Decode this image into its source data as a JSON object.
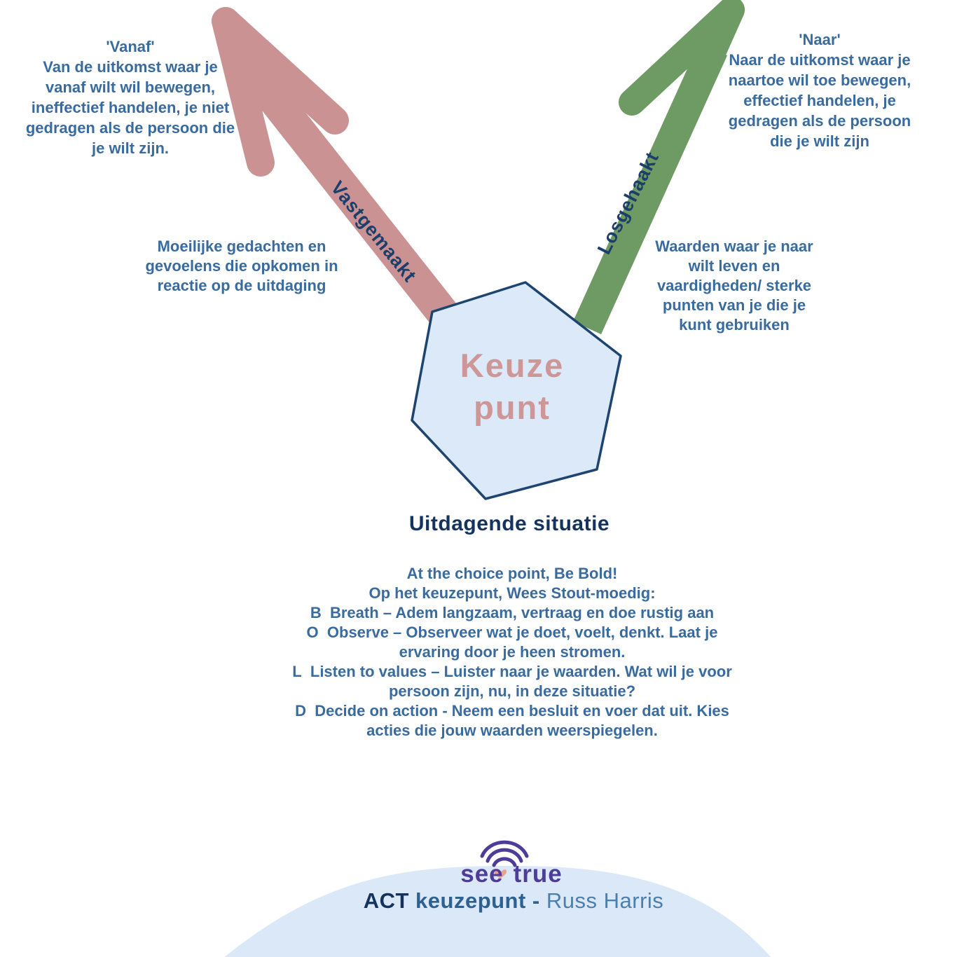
{
  "left_outcome": {
    "title": "'Vanaf'",
    "body": "Van de uitkomst waar je vanaf wilt wil bewegen, ineffectief handelen, je niet gedragen als de persoon die je wilt zijn."
  },
  "right_outcome": {
    "title": "'Naar'",
    "body": "Naar de uitkomst waar je naartoe wil toe bewegen, effectief handelen, je gedragen als de persoon die je wilt zijn"
  },
  "left_arrow_label": "Vastgemaakt",
  "right_arrow_label": "Losgehaakt",
  "left_note": "Moeilijke gedachten en gevoelens die opkomen in reactie op de uitdaging",
  "right_note": {
    "bold": "Waarden",
    "rest": " waar je naar wilt leven en vaardigheden/ sterke punten van je  die je kunt gebruiken"
  },
  "choice_point": {
    "line1": "Keuze",
    "line2": "punt"
  },
  "situation_label": "Uitdagende situatie",
  "bold_block": {
    "intro_prefix": "At the choice point, ",
    "intro_bold": "Be Bold!",
    "intro_line2": "Op het keuzepunt, Wees Stout-moedig:",
    "items": [
      {
        "letter": "B",
        "text": "Breath – Adem langzaam, vertraag en doe rustig aan"
      },
      {
        "letter": "O",
        "text": "Observe – Observeer wat je doet, voelt, denkt. Laat je ervaring door je heen stromen."
      },
      {
        "letter": "L",
        "text": "Listen to values – Luister naar je waarden. Wat wil je voor persoon zijn, nu, in deze situatie?"
      },
      {
        "letter": "D",
        "text": "Decide on action - Neem een besluit en voer dat uit. Kies acties die jouw waarden weerspiegelen."
      }
    ]
  },
  "footer": {
    "logo_see": "see",
    "logo_true": "true",
    "credit_act": "ACT",
    "credit_mid": "keuzepunt -",
    "credit_author": "Russ Harris"
  },
  "icons": {
    "logo_arcs": "wifi-arcs-icon",
    "logo_heart": "heart-icon"
  },
  "colors": {
    "steel": "#3a6b9e",
    "navy": "#1c3e6b",
    "navy-dark": "#14335e",
    "rose": "#cb9293",
    "rose-text": "#cd9697",
    "green": "#6e9a63",
    "hex-fill": "#dbe9f8",
    "hex-stroke": "#1e4470",
    "hill": "#dbe8f7",
    "purple": "#4d3c98",
    "heart": "#eba093",
    "credit-mid": "#2d6191",
    "credit-author": "#4a7fae"
  }
}
